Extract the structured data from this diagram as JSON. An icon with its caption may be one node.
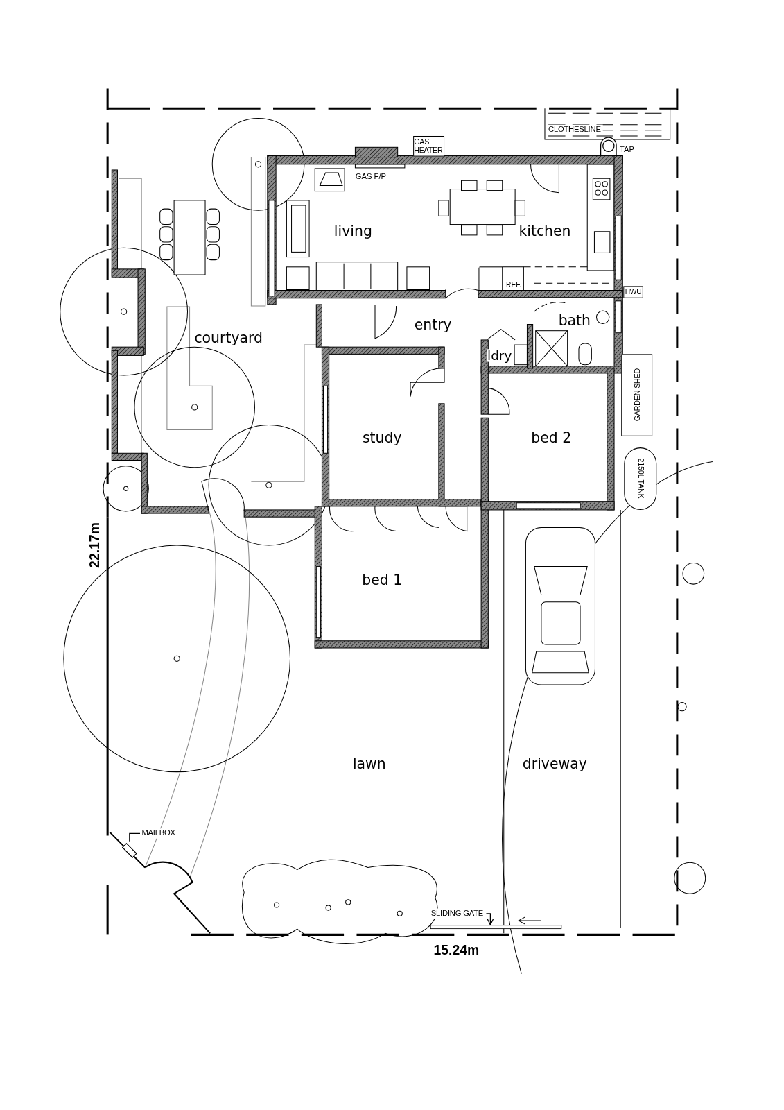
{
  "diagram": {
    "nodes": [
      {
        "text": [
          "GAS HEATER"
        ]
      },
      {
        "text": [
          "CLOTHESLINE"
        ]
      },
      {
        "text": [
          "HWU"
        ]
      },
      {
        "text": [
          "GARDEN SHED"
        ]
      },
      {
        "text": [
          "2150L TANK"
        ]
      },
      {
        "text": [
          "MAILBOX"
        ]
      },
      {
        "text": [],
        "shape": "box"
      },
      {
        "text": [
          "SLIDING GATE"
        ]
      },
      {
        "text": [],
        "shape": "bar"
      }
    ],
    "edges": [
      {
        "from": 5,
        "to": 6,
        "arrow": "none"
      },
      {
        "from": 7,
        "to": 8,
        "arrow": "to"
      }
    ],
    "labels": [
      "TAP",
      "GAS F/P",
      "living",
      "kitchen",
      "REF.",
      "entry",
      "bath",
      "courtyard",
      "ldry",
      "study",
      "bed 2",
      "22.17m",
      "bed 1",
      "lawn",
      "driveway",
      "15.24m"
    ]
  }
}
